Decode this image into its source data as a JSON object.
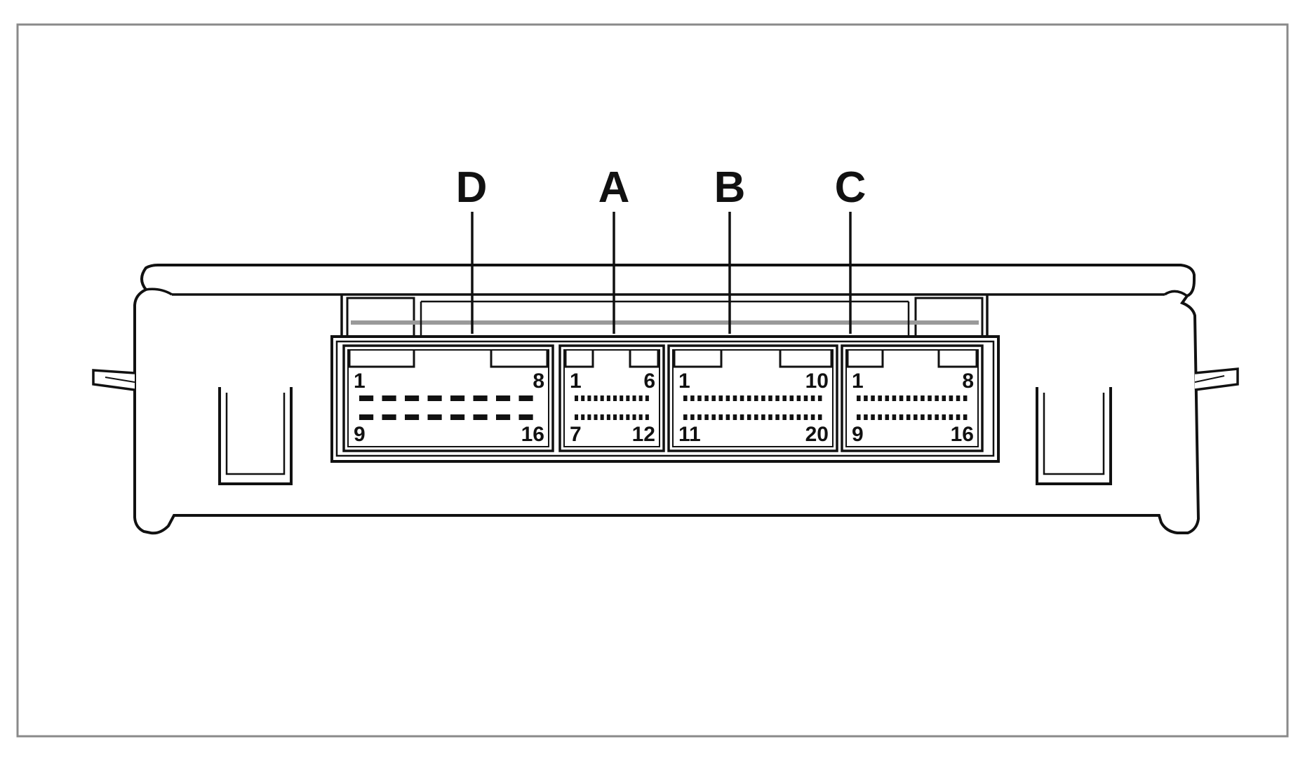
{
  "connectors": [
    {
      "id": "D",
      "label": "D",
      "pin_layout": {
        "top_first": "1",
        "top_last": "8",
        "bottom_first": "9",
        "bottom_last": "16"
      }
    },
    {
      "id": "A",
      "label": "A",
      "pin_layout": {
        "top_first": "1",
        "top_last": "6",
        "bottom_first": "7",
        "bottom_last": "12"
      }
    },
    {
      "id": "B",
      "label": "B",
      "pin_layout": {
        "top_first": "1",
        "top_last": "10",
        "bottom_first": "11",
        "bottom_last": "20"
      }
    },
    {
      "id": "C",
      "label": "C",
      "pin_layout": {
        "top_first": "1",
        "top_last": "8",
        "bottom_first": "9",
        "bottom_last": "16"
      }
    }
  ],
  "colors": {
    "line": "#111111",
    "frame": "#8a8a8a",
    "background": "#ffffff"
  }
}
